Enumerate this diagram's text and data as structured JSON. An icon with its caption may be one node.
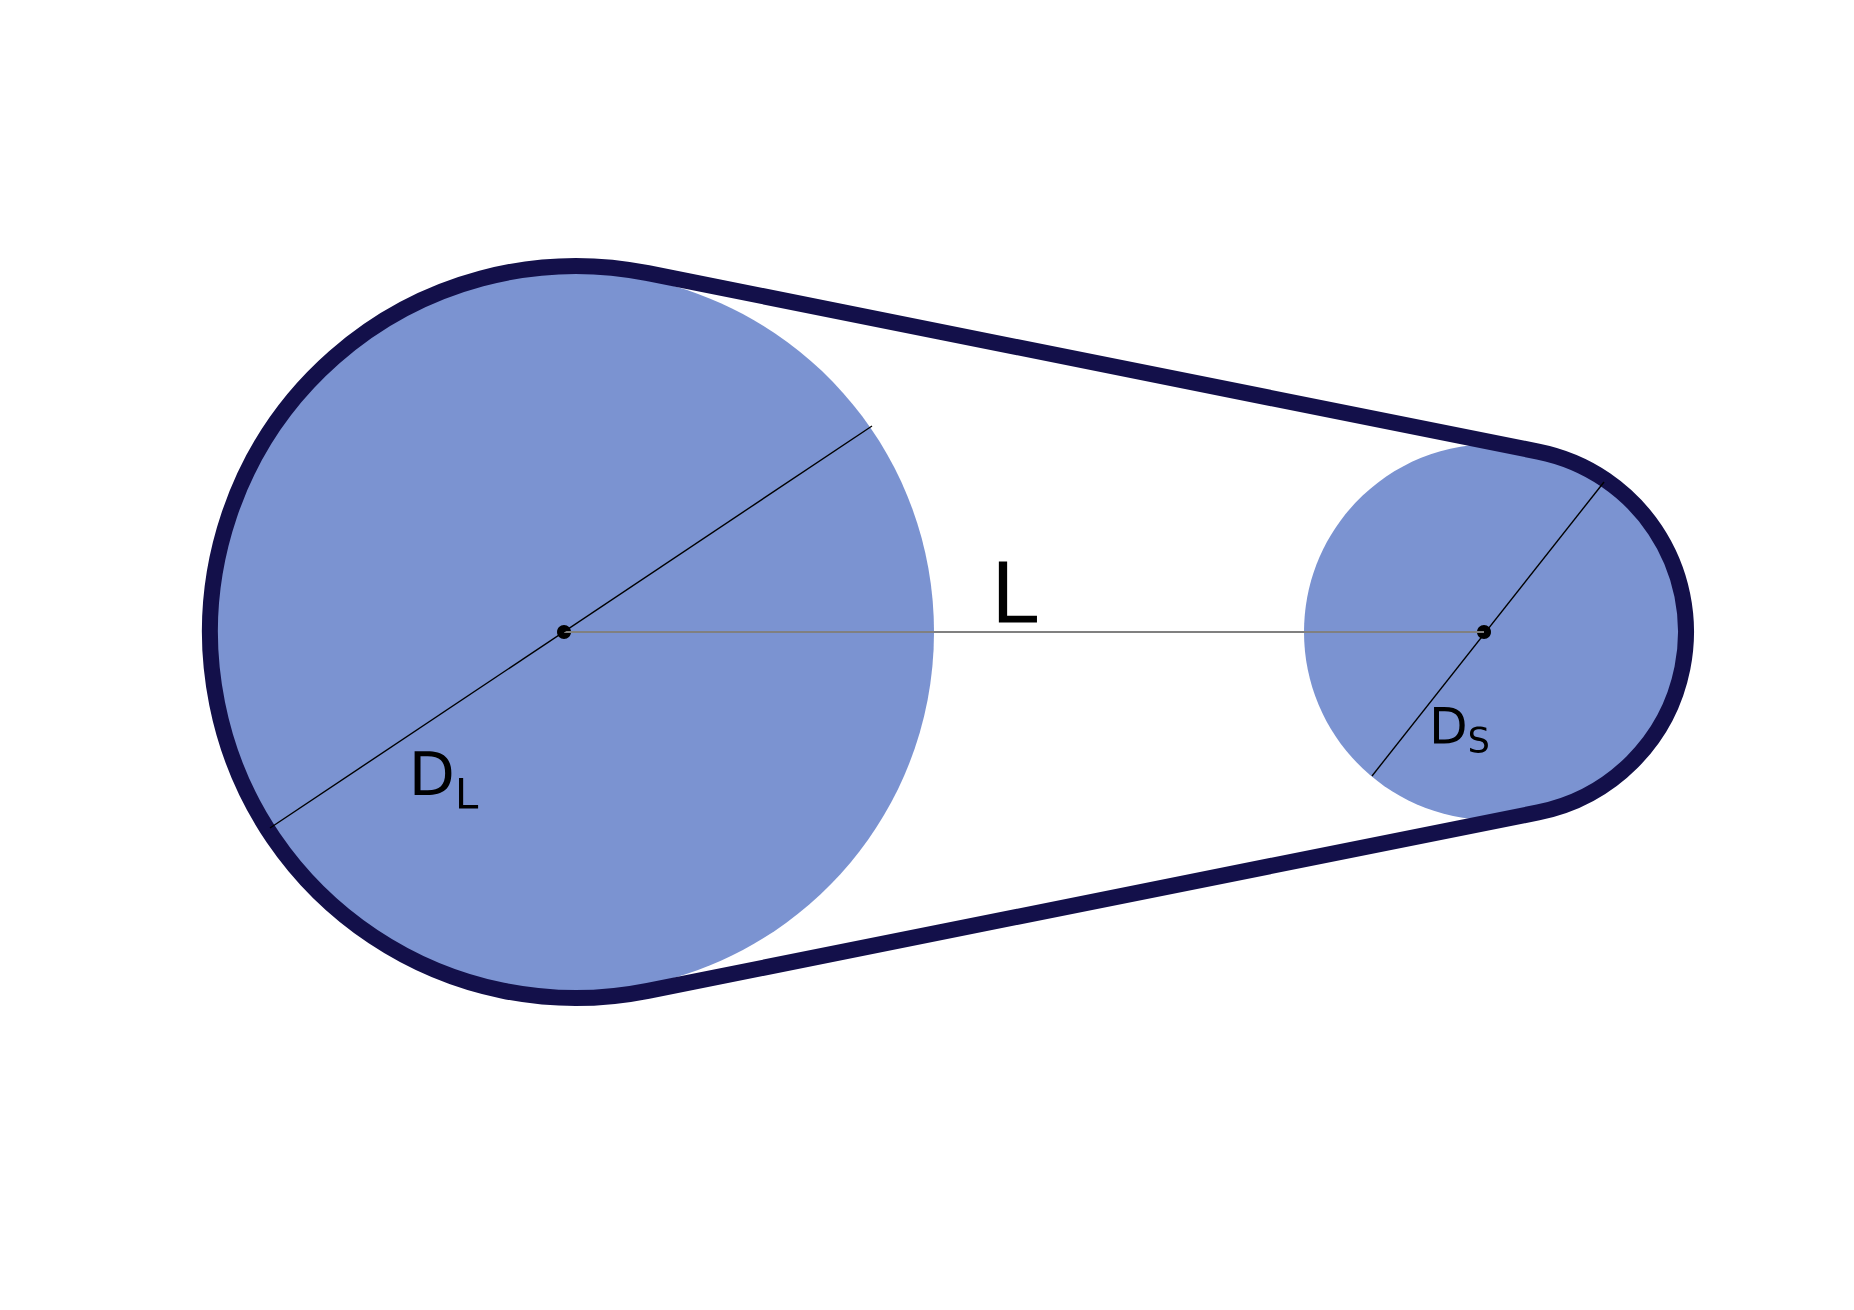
{
  "diagram": {
    "labels": [
      "L",
      "D$_{L}$",
      "D$_{S}$"
    ]
  }
}
